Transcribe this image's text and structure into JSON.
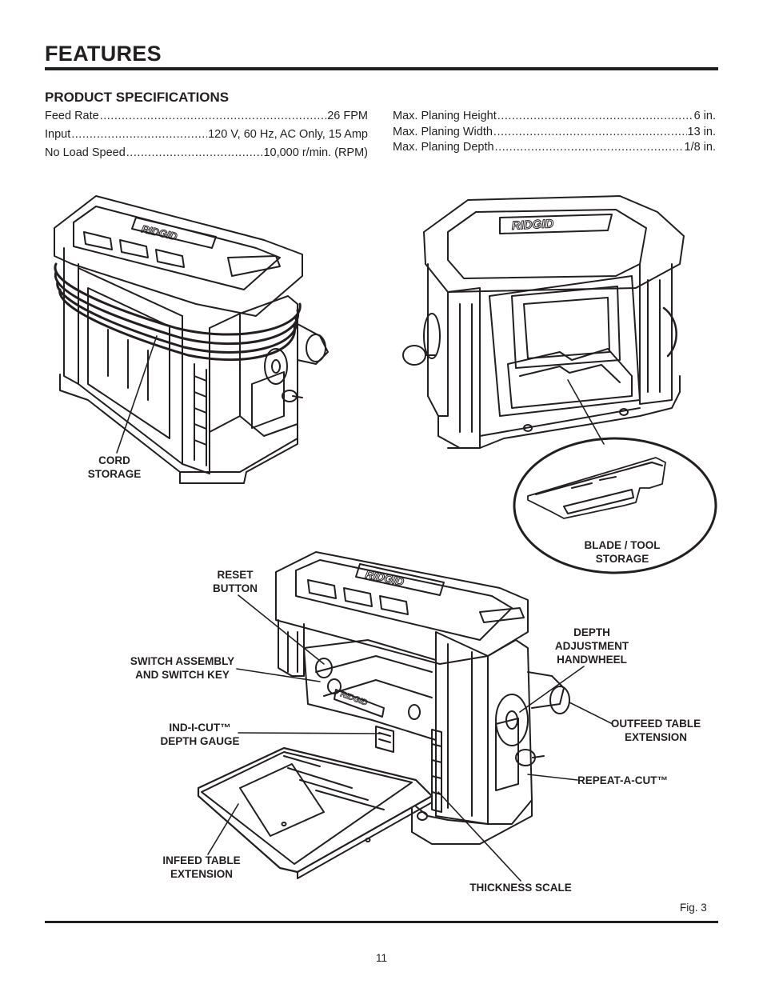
{
  "header": {
    "title": "FEATURES"
  },
  "specs": {
    "title": "PRODUCT SPECIFICATIONS",
    "left": [
      {
        "label": "Feed Rate",
        "value": "26 FPM"
      },
      {
        "label": "Input",
        "value": "120 V, 60 Hz, AC Only, 15 Amp"
      },
      {
        "label": "No Load Speed",
        "value": "10,000 r/min. (RPM)"
      }
    ],
    "right": [
      {
        "label": "Max. Planing Height",
        "value": "6 in."
      },
      {
        "label": "Max. Planing Width",
        "value": "13 in."
      },
      {
        "label": "Max. Planing Depth",
        "value": "1/8 in."
      }
    ]
  },
  "figure": {
    "brand_logo": "RIDGID",
    "callouts": {
      "cord_storage": [
        "CORD",
        "STORAGE"
      ],
      "blade_tool_storage": [
        "BLADE / TOOL",
        "STORAGE"
      ],
      "reset_button": [
        "RESET",
        "BUTTON"
      ],
      "switch_assembly": [
        "SWITCH ASSEMBLY",
        "AND SWITCH KEY"
      ],
      "depth_gauge": [
        "IND-I-CUT™",
        "DEPTH GAUGE"
      ],
      "infeed_table": [
        "INFEED TABLE",
        "EXTENSION"
      ],
      "thickness_scale": [
        "THICKNESS SCALE"
      ],
      "depth_handwheel": [
        "DEPTH",
        "ADJUSTMENT",
        "HANDWHEEL"
      ],
      "outfeed_table": [
        "OUTFEED TABLE",
        "EXTENSION"
      ],
      "repeat_a_cut": [
        "REPEAT-A-CUT™"
      ]
    },
    "label": "Fig. 3"
  },
  "footer": {
    "page_number": "11"
  }
}
